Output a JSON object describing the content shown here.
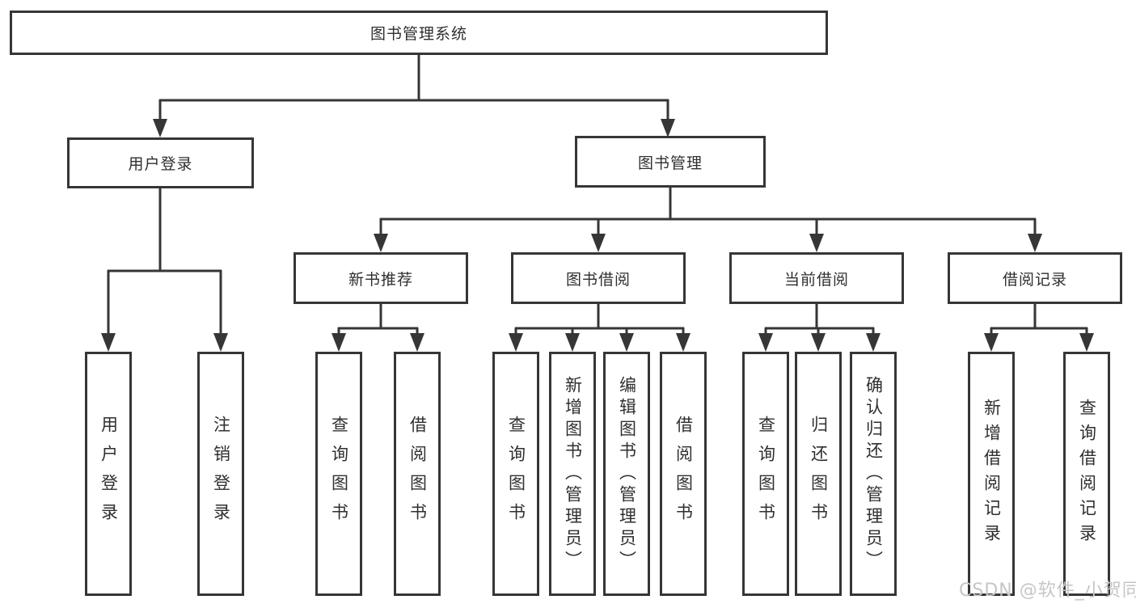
{
  "diagram_title": "图书管理系统",
  "tree": {
    "root": {
      "label": "图书管理系统",
      "children": [
        {
          "label": "用户登录",
          "children": [
            {
              "label": "用户登录"
            },
            {
              "label": "注销登录"
            }
          ]
        },
        {
          "label": "图书管理",
          "children": [
            {
              "label": "新书推荐",
              "children": [
                {
                  "label": "查询图书"
                },
                {
                  "label": "借阅图书"
                }
              ]
            },
            {
              "label": "图书借阅",
              "children": [
                {
                  "label": "查询图书"
                },
                {
                  "label": "新增图书（管理员）"
                },
                {
                  "label": "编辑图书（管理员）"
                },
                {
                  "label": "借阅图书"
                }
              ]
            },
            {
              "label": "当前借阅",
              "children": [
                {
                  "label": "查询图书"
                },
                {
                  "label": "归还图书"
                },
                {
                  "label": "确认归还（管理员）"
                }
              ]
            },
            {
              "label": "借阅记录",
              "children": [
                {
                  "label": "新增借阅记录"
                },
                {
                  "label": "查询借阅记录"
                }
              ]
            }
          ]
        }
      ]
    }
  },
  "watermark": "CSDN @软件_小贺同学",
  "colors": {
    "line": "#363636",
    "text": "#2f2f2f",
    "watermark": "#c6c6c6",
    "background": "#ffffff"
  }
}
